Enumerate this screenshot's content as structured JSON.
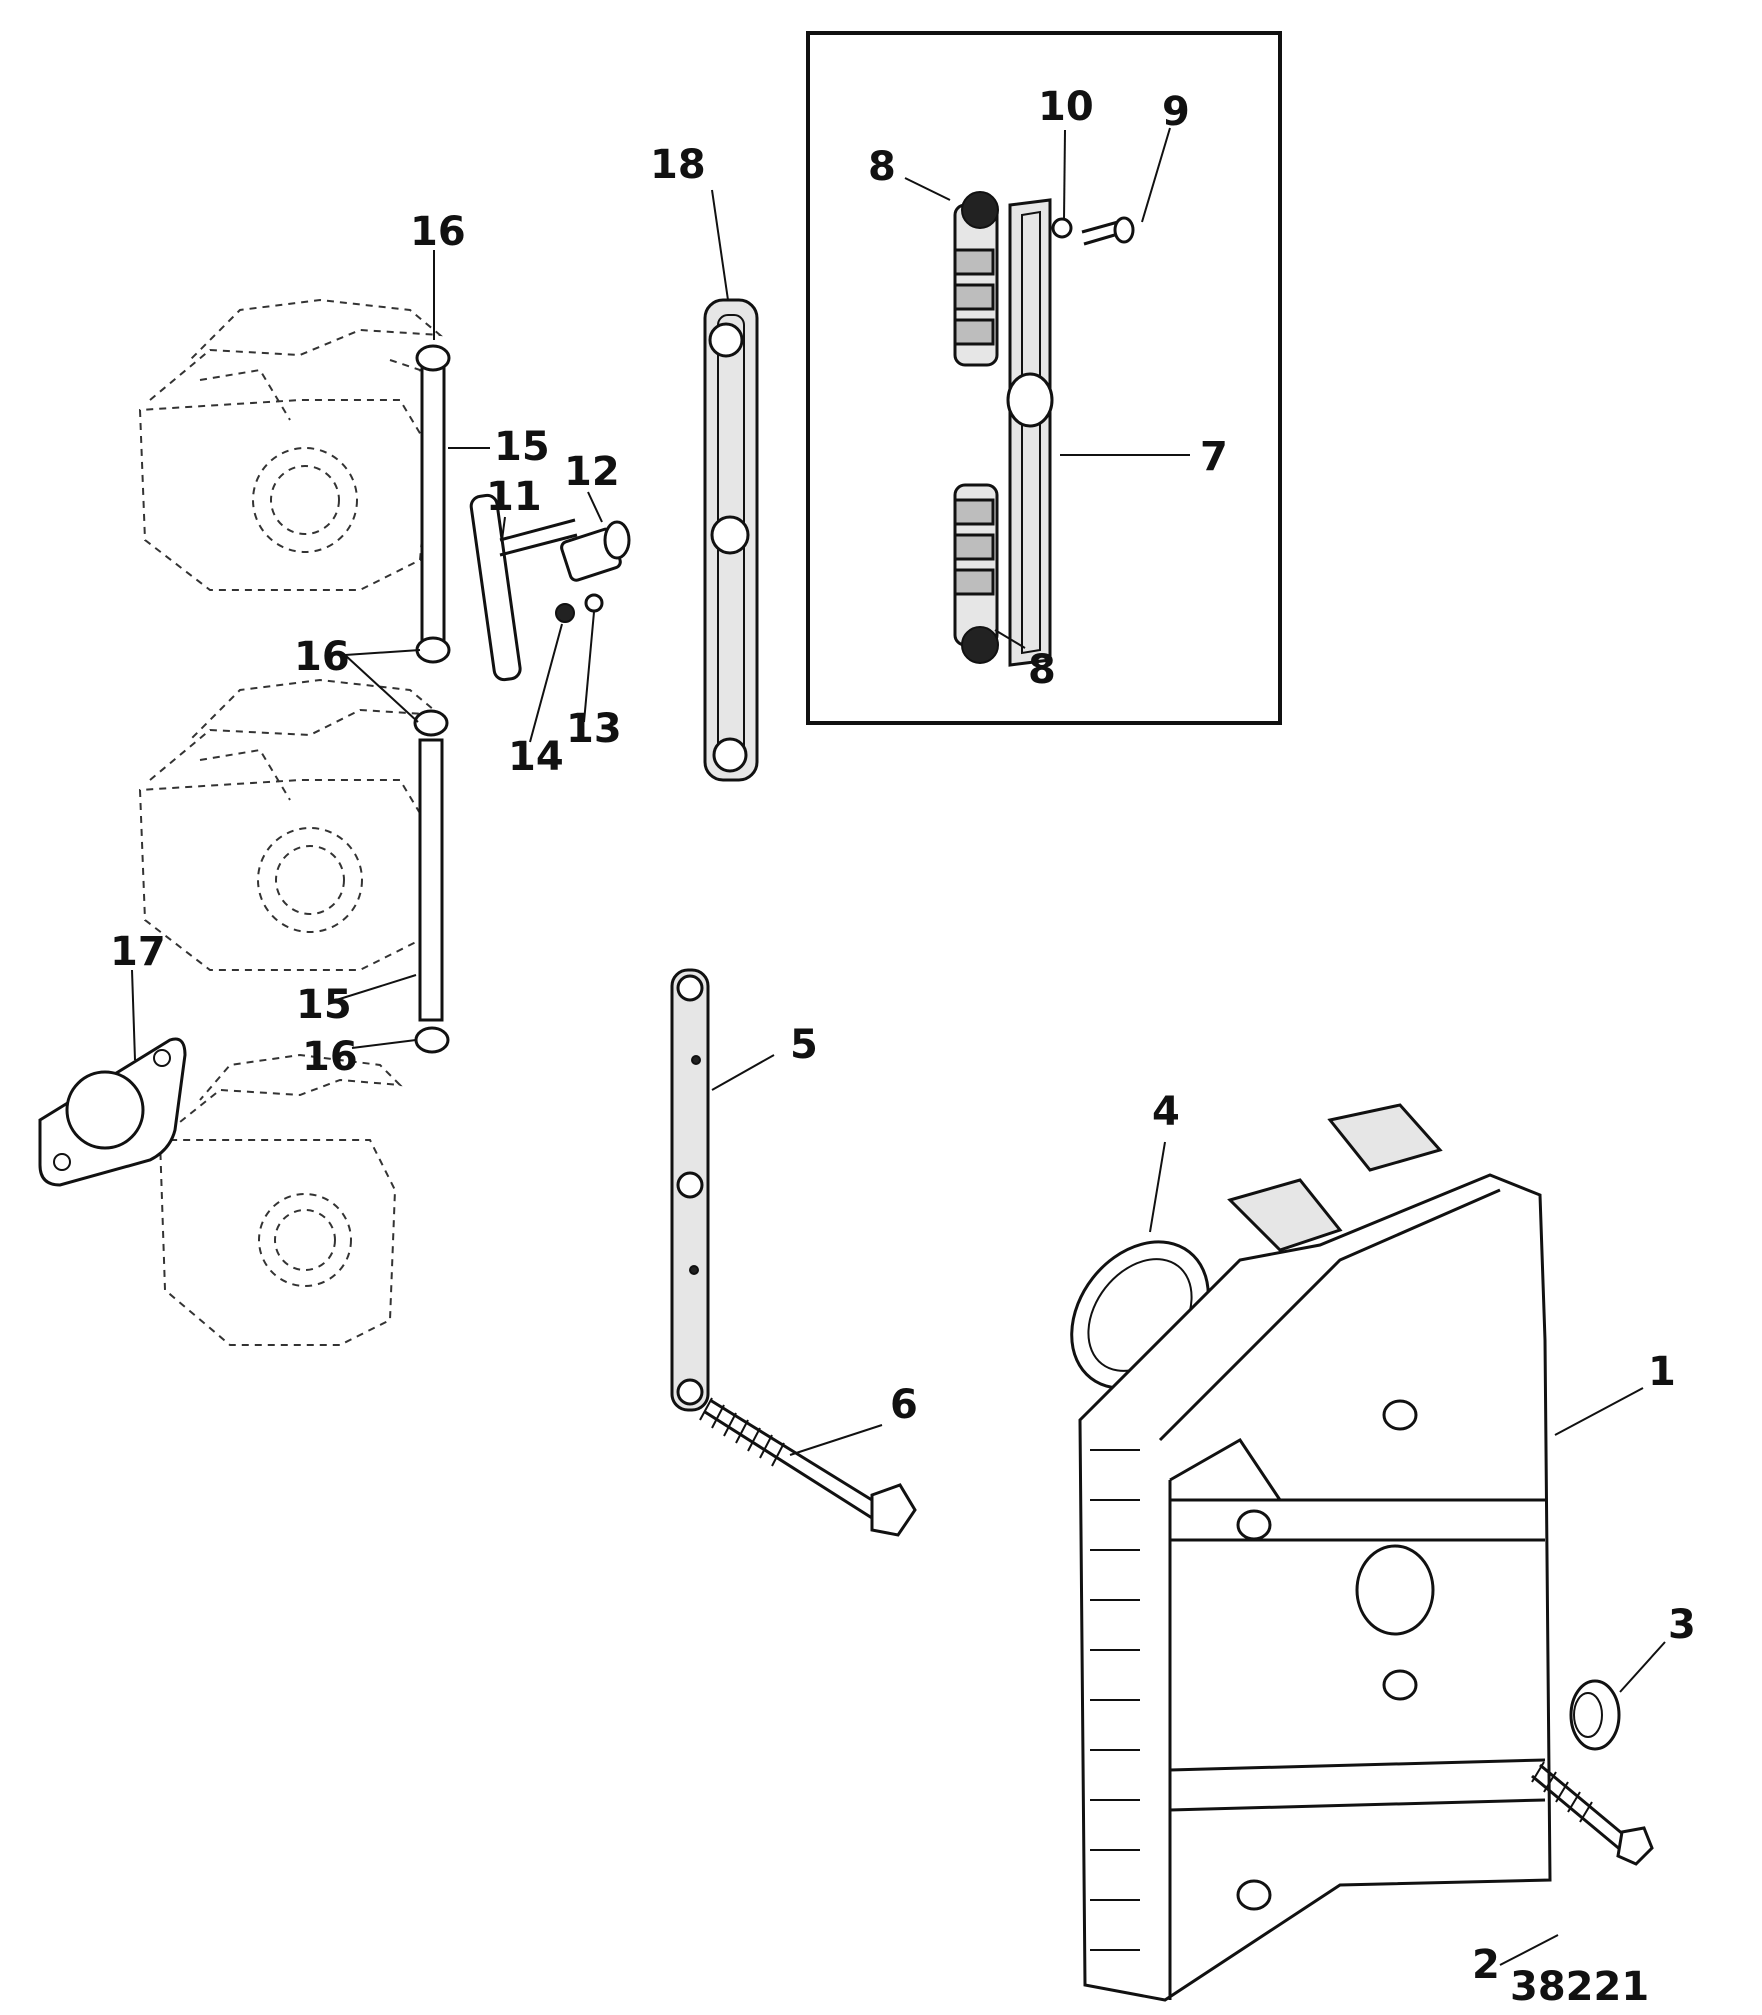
{
  "figure_number": "38221",
  "callouts": [
    "1",
    "2",
    "3",
    "4",
    "5",
    "6",
    "7",
    "8",
    "8",
    "9",
    "10",
    "11",
    "12",
    "13",
    "14",
    "15",
    "15",
    "16",
    "16",
    "16",
    "17",
    "18"
  ]
}
